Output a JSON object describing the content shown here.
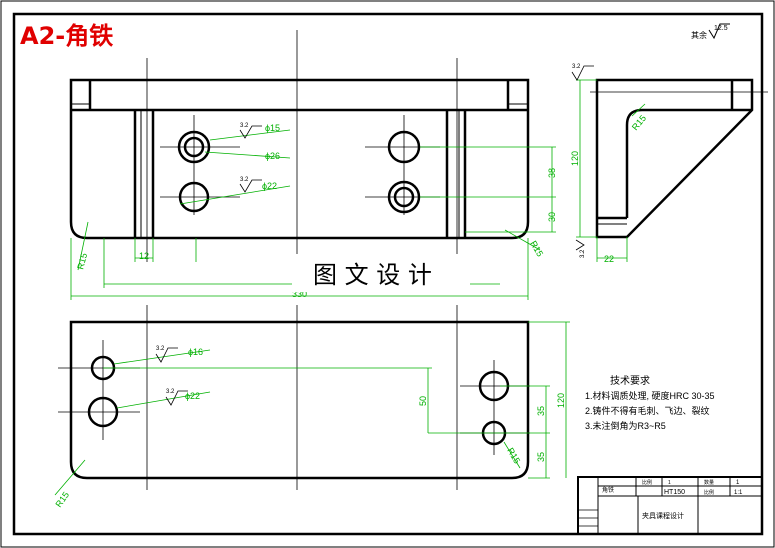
{
  "header": {
    "title": "A2-角铁",
    "surface_finish_general": "其余",
    "surface_finish_value": "12.5"
  },
  "watermark": {
    "text": "图 文 设 计"
  },
  "front_view": {
    "dims": {
      "hole1": "ϕ15",
      "counterbore1": "ϕ26",
      "hole2": "ϕ22",
      "v38": "38",
      "v30": "30",
      "r15_left": "R15",
      "r15_right": "R15",
      "w12": "12",
      "overall": "330"
    },
    "roughness": [
      "3.2",
      "3.2"
    ]
  },
  "side_view": {
    "dims": {
      "height": "120",
      "width": "22",
      "radius": "R15"
    },
    "roughness": [
      "3.2",
      "3.2"
    ]
  },
  "bottom_view": {
    "dims": {
      "hole1": "ϕ16",
      "hole2": "ϕ22",
      "v50": "50",
      "v35a": "35",
      "v35b": "35",
      "v120": "120",
      "r15_right": "R15",
      "r15_left": "R15"
    },
    "roughness": [
      "3.2",
      "3.2"
    ]
  },
  "tech_requirements": {
    "title": "技术要求",
    "items": [
      "1.材料调质处理, 硬度HRC 30-35",
      "2.铸件不得有毛刺、飞边、裂纹",
      "3.未注倒角为R3~R5"
    ]
  },
  "title_block": {
    "part_name": "角铁",
    "material": "HT150",
    "design_label": "夹具课程设计",
    "col_qty_label": "数量",
    "col_scale_label": "比例",
    "qty": "1",
    "scale": "1:1",
    "ratio_label": "比例",
    "num": "1"
  }
}
